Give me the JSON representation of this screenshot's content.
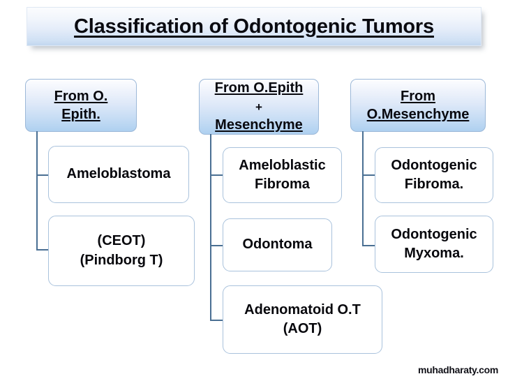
{
  "title": {
    "text": "Classification of Odontogenic Tumors"
  },
  "columns": [
    {
      "id": "from-odontogenic-epithelium",
      "header": {
        "lines": [
          {
            "text": "From O.",
            "underline": true
          },
          {
            "text": "Epith.",
            "underline": true
          }
        ]
      },
      "children": [
        {
          "id": "ameloblastoma",
          "text": "Ameloblastoma"
        },
        {
          "id": "ceot-pindborg-tumor",
          "text": "(CEOT)\n(Pindborg T)"
        }
      ]
    },
    {
      "id": "from-odontogenic-epithelium-plus-mesenchyme",
      "header": {
        "lines": [
          {
            "text": "From O.Epith",
            "underline": true
          },
          {
            "text": "+",
            "underline": false
          },
          {
            "text": "Mesenchyme",
            "underline": true
          }
        ]
      },
      "children": [
        {
          "id": "ameloblastic-fibroma",
          "text": "Ameloblastic\nFibroma"
        },
        {
          "id": "odontoma",
          "text": "Odontoma"
        },
        {
          "id": "adenomatoid-odontogenic-tumor",
          "text": "Adenomatoid  O.T\n(AOT)"
        }
      ]
    },
    {
      "id": "from-odontogenic-mesenchyme",
      "header": {
        "lines": [
          {
            "text": "From",
            "underline": true
          },
          {
            "text": "O.Mesenchyme",
            "underline": true
          }
        ]
      },
      "children": [
        {
          "id": "odontogenic-fibroma",
          "text": "Odontogenic\nFibroma."
        },
        {
          "id": "odontogenic-myxoma",
          "text": "Odontogenic\nMyxoma."
        }
      ]
    }
  ],
  "watermark": {
    "text": "muhadharaty.com"
  },
  "colors": {
    "header_fill_top": "#fdfdff",
    "header_fill_bottom": "#aed0f0",
    "header_border": "#9cb8d8",
    "leaf_border": "#a9c2dc",
    "connector": "#4a6f93",
    "text": "#07070c"
  }
}
